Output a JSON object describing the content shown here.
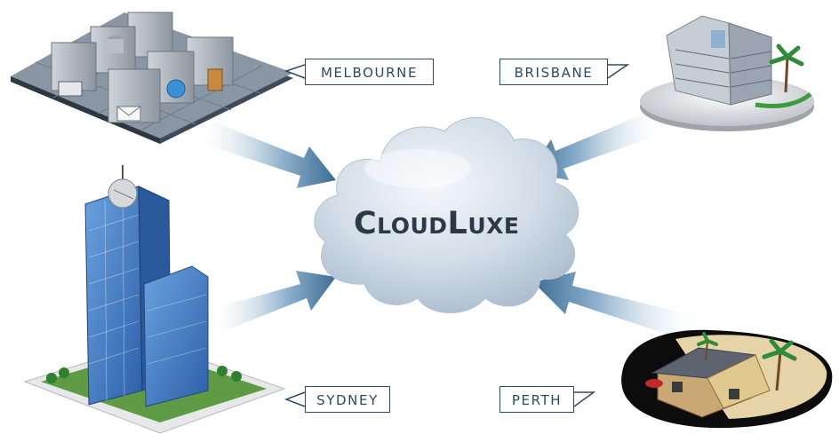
{
  "diagram": {
    "brand": "CloudLuxe",
    "locations": {
      "melbourne": "MELBOURNE",
      "brisbane": "BRISBANE",
      "sydney": "SYDNEY",
      "perth": "PERTH"
    }
  },
  "colors": {
    "label_border": "#2d4c66",
    "label_text": "#2b4a66",
    "arrow": "#4f7ea3",
    "cloud": "#c9d6e2",
    "brand_text": "#2c3947"
  },
  "icons": {
    "cloud": "cloud-icon",
    "server_cluster": "server-cluster-icon",
    "office_building": "office-building-icon",
    "skyscraper": "skyscraper-icon",
    "house": "house-icon"
  }
}
